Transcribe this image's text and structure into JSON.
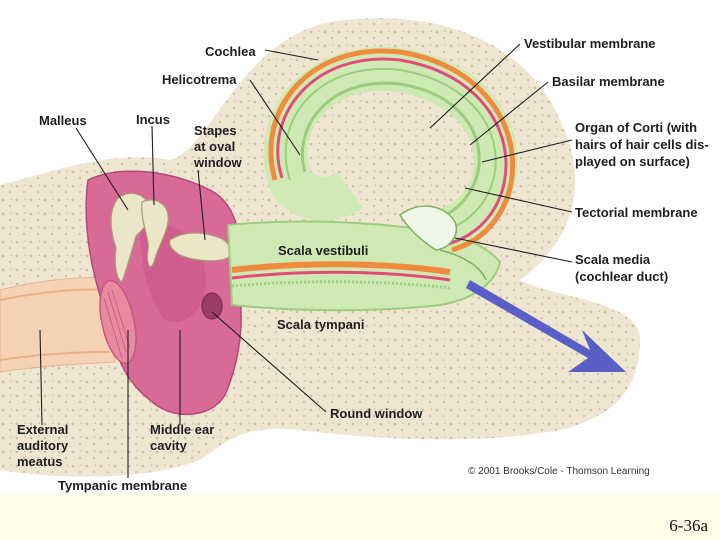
{
  "labels": {
    "cochlea": "Cochlea",
    "helicotrema": "Helicotrema",
    "malleus": "Malleus",
    "incus": "Incus",
    "stapes_1": "Stapes",
    "stapes_2": "at oval",
    "stapes_3": "window",
    "vestibular_membrane": "Vestibular membrane",
    "basilar_membrane": "Basilar membrane",
    "organ_corti_1": "Organ of Corti (with",
    "organ_corti_2": "hairs of hair cells dis-",
    "organ_corti_3": "played on surface)",
    "tectorial_membrane": "Tectorial membrane",
    "scala_media_1": "Scala media",
    "scala_media_2": "(cochlear duct)",
    "scala_vestibuli": "Scala vestibuli",
    "scala_tympani": "Scala tympani",
    "round_window": "Round window",
    "external_1": "External",
    "external_2": "auditory",
    "external_3": "meatus",
    "middle_ear_1": "Middle ear",
    "middle_ear_2": "cavity",
    "tympanic_membrane": "Tympanic membrane"
  },
  "credit": "© 2001 Brooks/Cole - Thomson Learning",
  "slide_number": "6-36a",
  "colors": {
    "bone": "#efe6d2",
    "bone_dots": "#c9bfa8",
    "canal_green": "#cfe9b4",
    "canal_dark": "#9ccc7e",
    "membrane_orange": "#f08a3c",
    "membrane_pink": "#e24a7a",
    "ossicle": "#ece6c8",
    "middle_ear_pink": "#d86a98",
    "arrow_blue": "#5a5fc8"
  }
}
